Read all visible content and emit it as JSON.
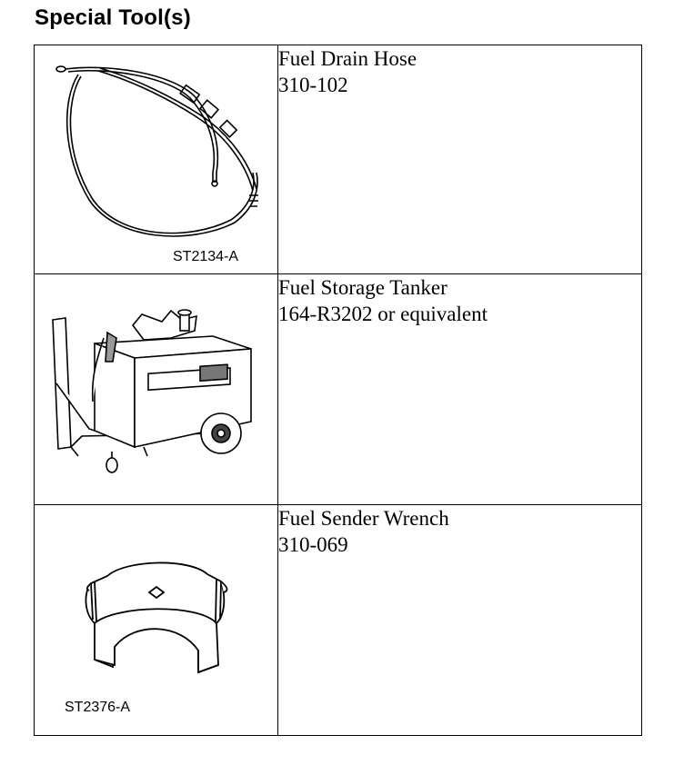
{
  "section_title": "Special Tool(s)",
  "tools": [
    {
      "name": "Fuel Drain Hose",
      "number": "310-102",
      "illustration_ref": "ST2134-A",
      "icon": "fuel-drain-hose-icon"
    },
    {
      "name": "Fuel Storage Tanker",
      "number": "164-R3202 or equivalent",
      "illustration_ref": "",
      "icon": "fuel-storage-tanker-icon"
    },
    {
      "name": "Fuel Sender Wrench",
      "number": "310-069",
      "illustration_ref": "ST2376-A",
      "icon": "fuel-sender-wrench-icon"
    }
  ]
}
